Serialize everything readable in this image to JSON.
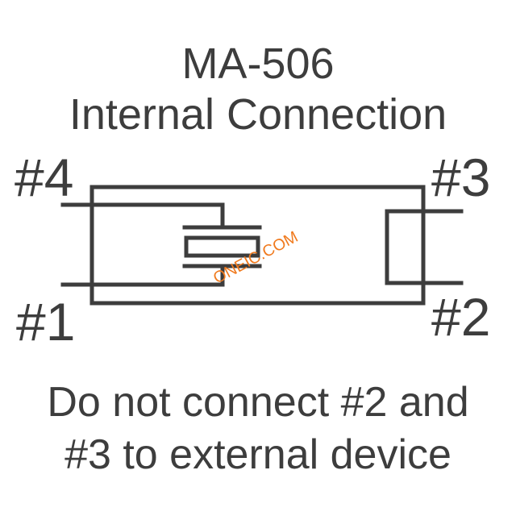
{
  "title": {
    "line1": "MA-506",
    "line2": "Internal Connection"
  },
  "pins": {
    "p1": "#1",
    "p2": "#2",
    "p3": "#3",
    "p4": "#4"
  },
  "note": {
    "line1": "Do not connect #2 and",
    "line2": "#3 to external device"
  },
  "watermark": "ONEIC.COM",
  "colors": {
    "ink": "#3d3d3d",
    "watermark": "#f07a1e",
    "background": "#ffffff"
  }
}
